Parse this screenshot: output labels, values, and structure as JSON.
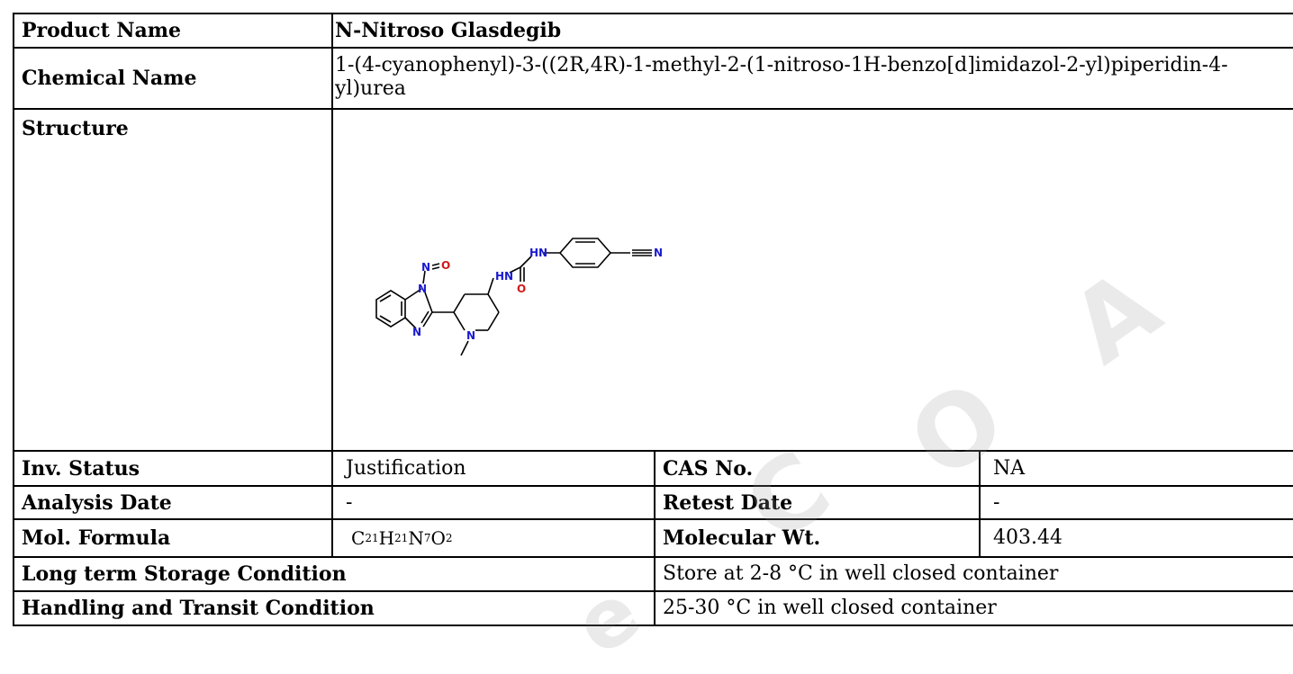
{
  "product_name": {
    "label": "Product Name",
    "value": "N-Nitroso Glasdegib"
  },
  "chemical_name": {
    "label": "Chemical Name",
    "value": "1-(4-cyanophenyl)-3-((2R,4R)-1-methyl-2-(1-nitroso-1H-benzo[d]imidazol-2-yl)piperidin-4-yl)urea"
  },
  "structure": {
    "label": "Structure",
    "atom_labels": {
      "n1": "N",
      "o1": "O",
      "n_nitroso": "N",
      "hn1": "HN",
      "hn2": "HN",
      "o2": "O",
      "n_nitrile": "N",
      "n_pip": "N",
      "n_imid": "N"
    }
  },
  "inv_status": {
    "label": "Inv. Status",
    "value": "Justification"
  },
  "cas_no": {
    "label": "CAS No.",
    "value": "NA"
  },
  "analysis_date": {
    "label": "Analysis Date",
    "value": "-"
  },
  "retest_date": {
    "label": "Retest Date",
    "value": "-"
  },
  "mol_formula": {
    "label": "Mol. Formula",
    "parts": [
      {
        "el": "C",
        "n": "21"
      },
      {
        "el": "H",
        "n": "21"
      },
      {
        "el": "N",
        "n": "7"
      },
      {
        "el": "O",
        "n": "2"
      }
    ]
  },
  "molecular_wt": {
    "label": "Molecular Wt.",
    "value": "403.44"
  },
  "long_term_storage": {
    "label": "Long term Storage Condition",
    "value": "Store at 2-8 °C in well closed container"
  },
  "handling_transit": {
    "label": "Handling and Transit Condition",
    "value": "25-30 °C in well closed container"
  },
  "watermark": {
    "letters": [
      "C",
      "O",
      "A",
      "e"
    ]
  }
}
